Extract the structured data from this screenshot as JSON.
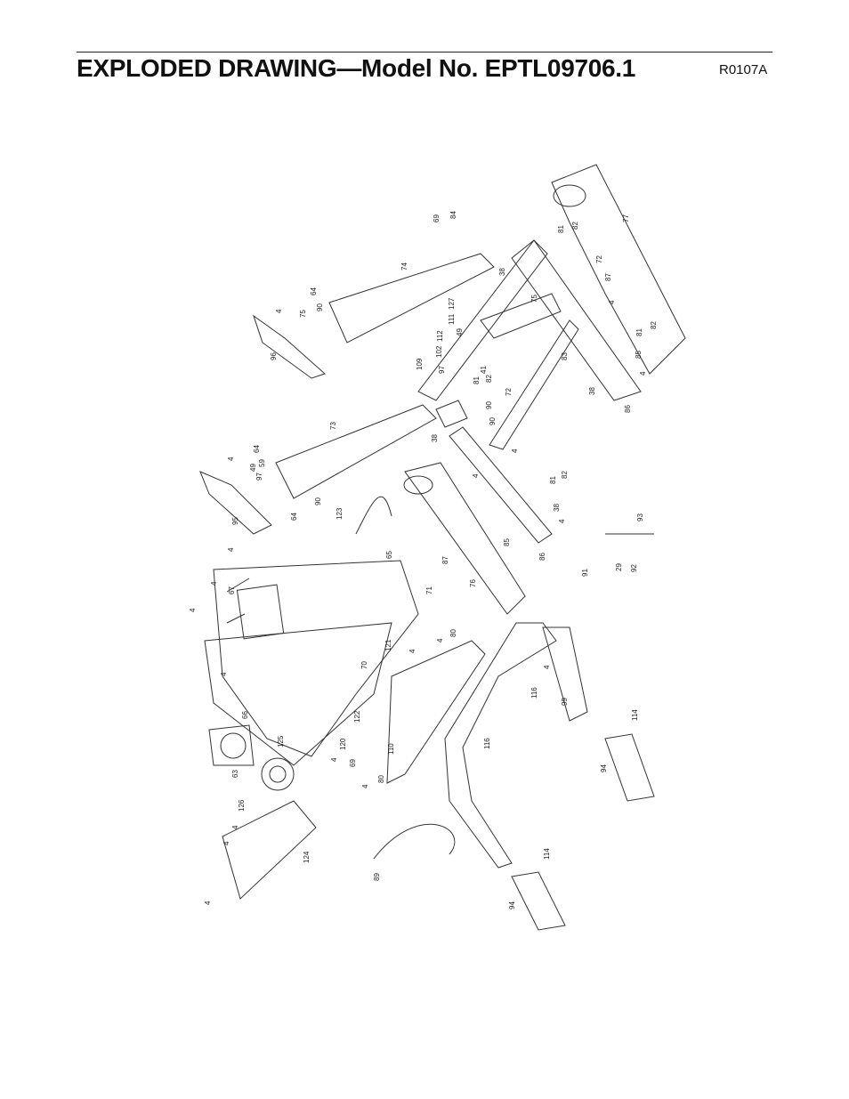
{
  "header": {
    "title": "EXPLODED DRAWING—Model No. EPTL09706.1",
    "code": "R0107A"
  },
  "part_labels": [
    "69",
    "84",
    "81",
    "82",
    "77",
    "74",
    "64",
    "90",
    "4",
    "75",
    "72",
    "38",
    "87",
    "96",
    "127",
    "111",
    "112",
    "49",
    "102",
    "97",
    "109",
    "41",
    "82",
    "75",
    "4",
    "81",
    "82",
    "85",
    "83",
    "4",
    "86",
    "38",
    "81",
    "90",
    "72",
    "90",
    "73",
    "64",
    "59",
    "49",
    "97",
    "4",
    "38",
    "4",
    "81",
    "82",
    "95",
    "64",
    "90",
    "123",
    "4",
    "38",
    "4",
    "85",
    "86",
    "93",
    "65",
    "87",
    "76",
    "71",
    "91",
    "29",
    "92",
    "67",
    "4",
    "4",
    "4",
    "4",
    "121",
    "4",
    "80",
    "4",
    "70",
    "4",
    "116",
    "99",
    "114",
    "66",
    "120",
    "122",
    "110",
    "4",
    "116",
    "63",
    "125",
    "69",
    "80",
    "4",
    "94",
    "126",
    "4",
    "4",
    "124",
    "89",
    "114",
    "94",
    "4"
  ]
}
